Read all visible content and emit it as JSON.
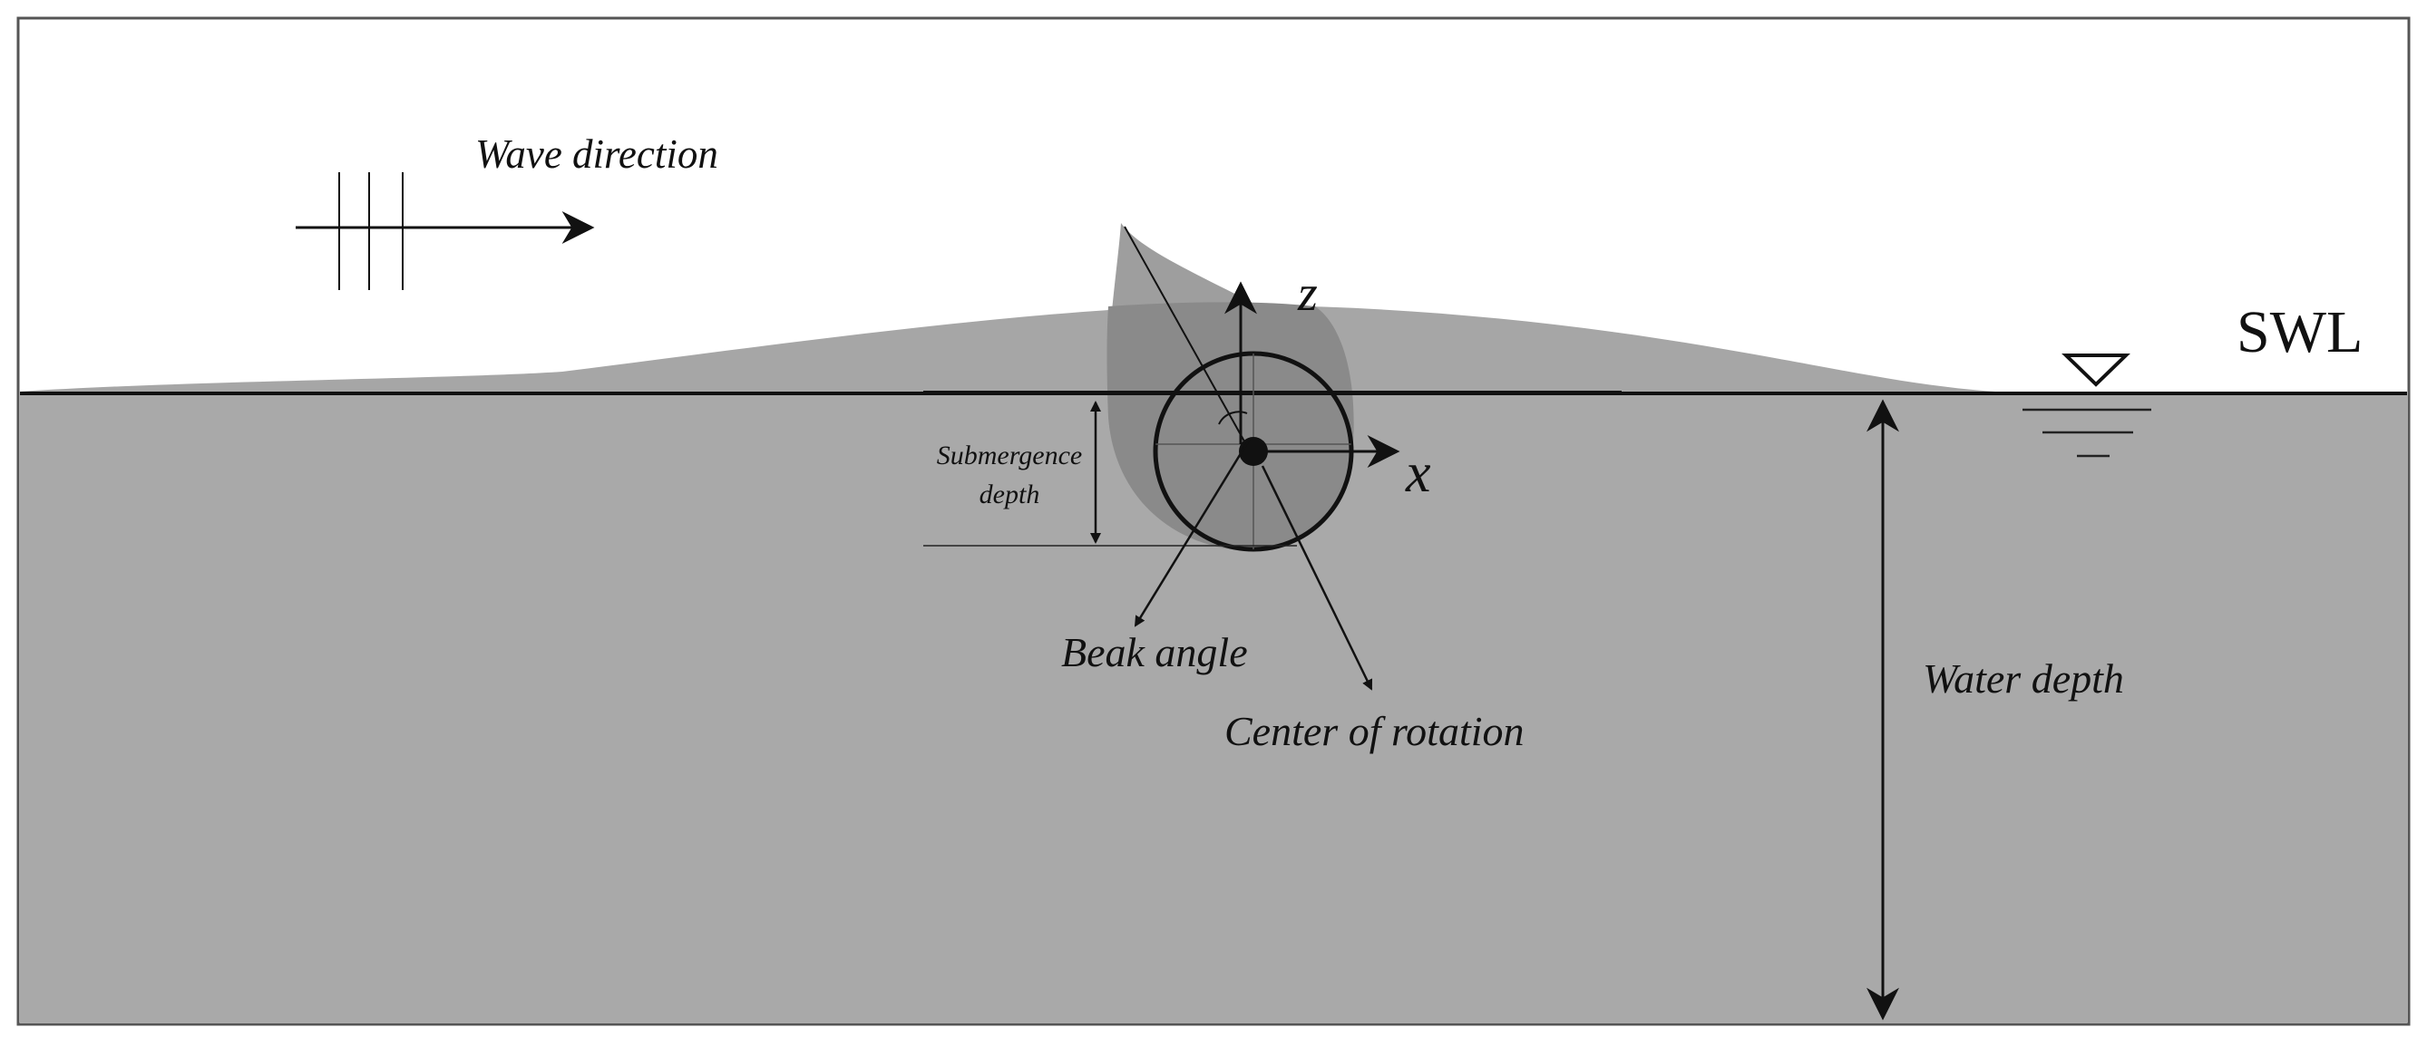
{
  "labels": {
    "wave_direction": "Wave direction",
    "swl": "SWL",
    "z_axis": "z",
    "x_axis": "x",
    "submergence_line1": "Submergence",
    "submergence_line2": "depth",
    "beak_angle": "Beak angle",
    "center_of_rotation": "Center of rotation",
    "water_depth": "Water depth"
  },
  "colors": {
    "water": "#a9a9a9",
    "wave_crest": "#a6a6a6",
    "device_body": "#8a8a8a",
    "device_beak": "#9e9e9e",
    "line": "#111111",
    "background": "#ffffff"
  }
}
